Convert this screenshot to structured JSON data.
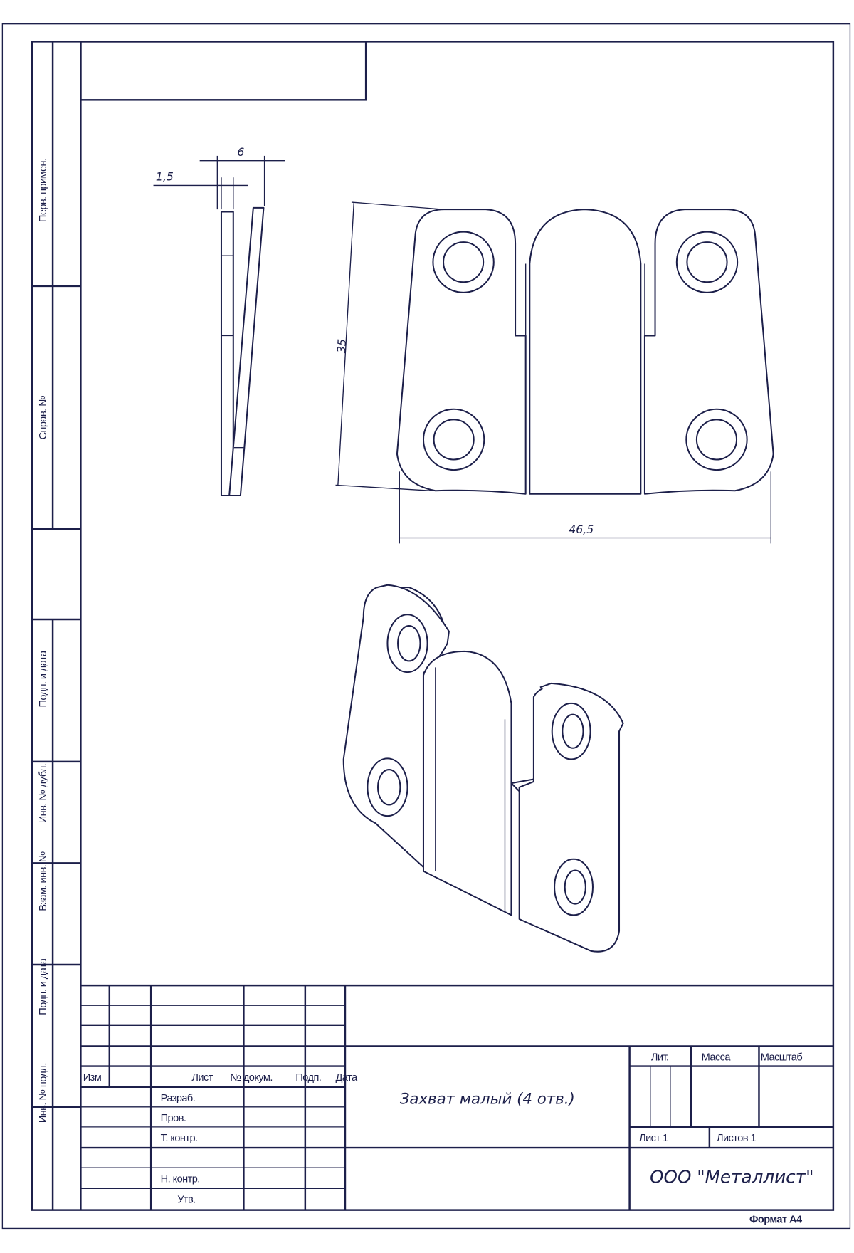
{
  "side_strip": {
    "perv_primen": "Перв. примен.",
    "sprav_no": "Справ. №",
    "podp_data_1": "Подп. и дата",
    "inv_dubl": "Инв. № дубл.",
    "vzam_inv": "Взам. инв. №",
    "podp_data_2": "Подп. и дата",
    "inv_podl": "Инв. № подл."
  },
  "dimensions": {
    "thickness_total": "6",
    "thickness_plate": "1,5",
    "height": "35",
    "width": "46,5"
  },
  "title_block": {
    "izm": "Изм",
    "list": "Лист",
    "n_dokum": "№ докум.",
    "podp": "Подп.",
    "data": "Дата",
    "razrab": "Разраб.",
    "prov": "Пров.",
    "t_kontr": "Т. контр.",
    "n_kontr": "Н. контр.",
    "utv": "Утв.",
    "name": "Захват малый (4 отв.)",
    "lit": "Лит.",
    "massa": "Масса",
    "masshtab": "Масштаб",
    "sheet": "Лист 1",
    "sheets": "Листов 1",
    "company": "ООО \"Металлист\"",
    "format": "Формат А4"
  },
  "colors": {
    "ink": "#1c1f4a",
    "paper": "#ffffff"
  }
}
